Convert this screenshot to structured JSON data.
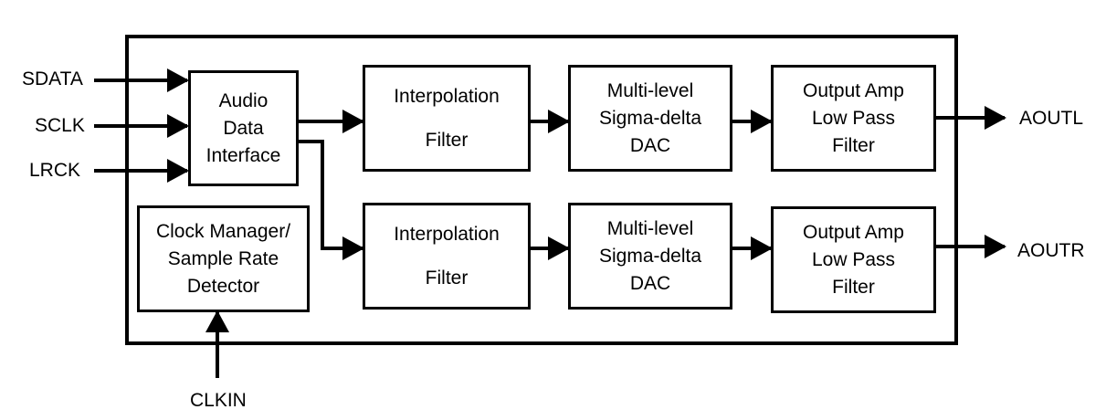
{
  "inputs": {
    "sdata": "SDATA",
    "sclk": "SCLK",
    "lrck": "LRCK",
    "clkin": "CLKIN"
  },
  "outputs": {
    "aoutl": "AOUTL",
    "aoutr": "AOUTR"
  },
  "blocks": {
    "audio_interface": [
      "Audio",
      "Data",
      "Interface"
    ],
    "clock_manager": [
      "Clock Manager/",
      "Sample Rate",
      "Detector"
    ],
    "interp_top": [
      "Interpolation",
      "Filter"
    ],
    "interp_bottom": [
      "Interpolation",
      "Filter"
    ],
    "dac_top": [
      "Multi-level",
      "Sigma-delta",
      "DAC"
    ],
    "dac_bottom": [
      "Multi-level",
      "Sigma-delta",
      "DAC"
    ],
    "amp_top": [
      "Output Amp",
      "Low Pass",
      "Filter"
    ],
    "amp_bottom": [
      "Output Amp",
      "Low Pass",
      "Filter"
    ]
  }
}
